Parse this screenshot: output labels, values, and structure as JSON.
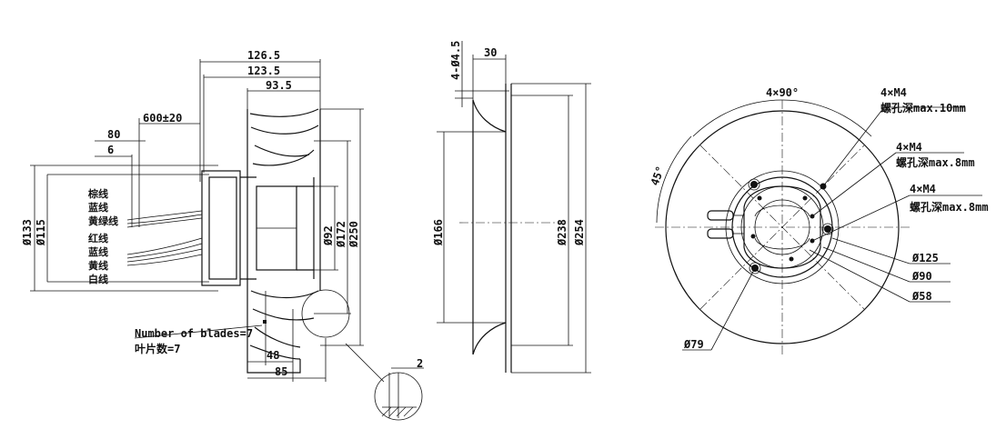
{
  "side_view": {
    "dims": {
      "d126_5": "126.5",
      "d123_5": "123.5",
      "d93_5": "93.5",
      "d600": "600±20",
      "d80": "80",
      "d6": "6",
      "d133": "Ø133",
      "d115": "Ø115",
      "d92": "Ø92",
      "d172": "Ø172",
      "d250": "Ø250",
      "d48": "48",
      "d85": "85",
      "d2": "2"
    },
    "wires_top": [
      "棕线",
      "蓝线",
      "黄绿线"
    ],
    "wires_bottom": [
      "红线",
      "蓝线",
      "黄线",
      "白线"
    ],
    "blades_en": "Number of blades=7",
    "blades_cn": "叶片数=7"
  },
  "inlet_view": {
    "dims": {
      "d4_5": "4-Ø4.5",
      "d30": "30",
      "d166": "Ø166",
      "d238": "Ø238",
      "d254": "Ø254"
    }
  },
  "front_view": {
    "angle_90": "4×90°",
    "angle_45": "45°",
    "thread1": "4×M4",
    "thread1_note": "螺孔深max.10mm",
    "thread2": "4×M4",
    "thread2_note": "螺孔深max.8mm",
    "thread3": "4×M4",
    "thread3_note": "螺孔深max.8mm",
    "d125": "Ø125",
    "d90": "Ø90",
    "d58": "Ø58",
    "d79": "Ø79"
  }
}
